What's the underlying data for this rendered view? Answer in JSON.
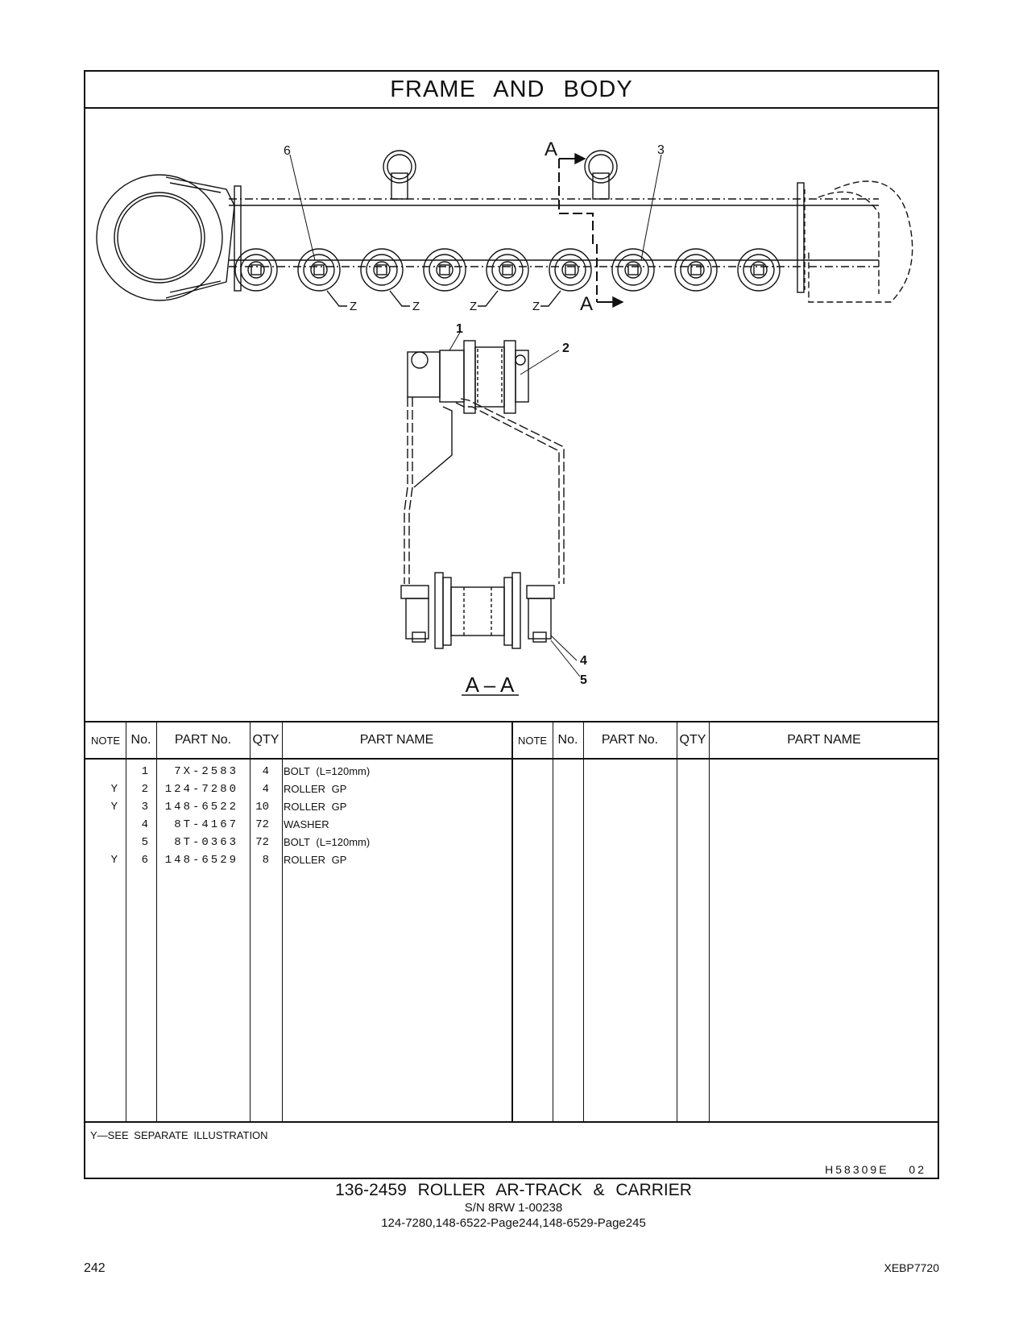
{
  "header": {
    "title": "FRAME AND BODY"
  },
  "illustration": {
    "callouts": [
      "6",
      "3",
      "1",
      "2",
      "4",
      "5"
    ],
    "section_letter_top": "A",
    "section_letter_bottom": "A",
    "z_markers": [
      "Z",
      "Z",
      "Z",
      "Z"
    ],
    "section_view_label": "A – A"
  },
  "table": {
    "headers": {
      "note": "NOTE",
      "no": "No.",
      "part_no": "PART No.",
      "qty": "QTY",
      "part_name": "PART NAME"
    },
    "rows": [
      {
        "note": "",
        "no": "1",
        "part_no": "7X-2583",
        "qty": "4",
        "part_name": "BOLT (L=120mm)"
      },
      {
        "note": "Y",
        "no": "2",
        "part_no": "124-7280",
        "qty": "4",
        "part_name": "ROLLER GP"
      },
      {
        "note": "Y",
        "no": "3",
        "part_no": "148-6522",
        "qty": "10",
        "part_name": "ROLLER GP"
      },
      {
        "note": "",
        "no": "4",
        "part_no": "8T-4167",
        "qty": "72",
        "part_name": "WASHER"
      },
      {
        "note": "",
        "no": "5",
        "part_no": "8T-0363",
        "qty": "72",
        "part_name": "BOLT (L=120mm)"
      },
      {
        "note": "Y",
        "no": "6",
        "part_no": "148-6529",
        "qty": "8",
        "part_name": "ROLLER GP"
      }
    ]
  },
  "footer": {
    "note": "Y—SEE SEPARATE ILLUSTRATION",
    "ref_code": "H58309E 02"
  },
  "caption": {
    "line1": "136-2459 ROLLER AR-TRACK & CARRIER",
    "line2": "S/N 8RW 1-00238",
    "line3": "124-7280,148-6522-Page244,148-6529-Page245"
  },
  "page": {
    "number": "242",
    "doc_id": "XEBP7720"
  }
}
